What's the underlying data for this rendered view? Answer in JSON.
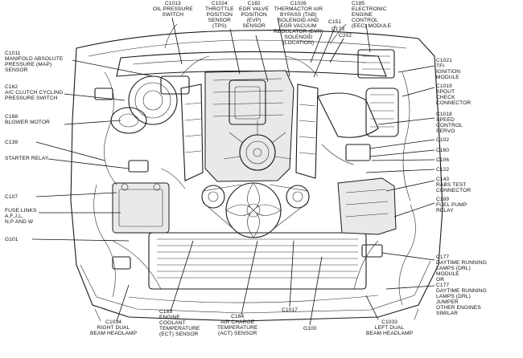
{
  "labels": {
    "c1013": "C1013\nOIL PRESSURE\nSWITCH",
    "c1024": "C1024\nTHROTTLE\nPOSITION\nSENSOR\n(TPS)",
    "c182": "C182\nEGR VALVE\nPOSITION\n(EVP)\nSENSOR",
    "c1026": "C1026\nTHERMACTOR AIR\nBYPASS (TAB)\nSOLENOID AND\nEGR VACUUM\nREGULATOR (EVR)\nSOLENOID\n(LOCATION)",
    "c151": "C151",
    "c173": "C173",
    "c202": "C202",
    "c185": "C185\nELECTRONIC\nENGINE\nCONTROL\n(EEC) MODULE",
    "c1011": "C1011\nMANIFOLD ABSOLUTE\nPRESSURE (MAP)\nSENSOR",
    "c162": "C162\nA/C CLUTCH CYCLING\nPRESSURE SWITCH",
    "c168": "C168\nBLOWER MOTOR",
    "c139": "C139",
    "starter": "STARTER RELAY",
    "c107": "C107",
    "fuse": "FUSE LINKS\nA,F,J,L,\nN,P AND W",
    "g101": "G101",
    "c1021": "C1021\nTFI\nIGNITION\nMODULE",
    "c1019": "C1019\nSPOUT\nCHECK\nCONNECTOR",
    "c1018": "C1018\nSPEED\nCONTROL\nSERVO",
    "c102": "C102",
    "c160": "C160",
    "c106": "C106",
    "c122": "C122",
    "c143": "C143\nRABS TEST\nCONNECTOR",
    "c189": "C189\nFUEL PUMP\nRELAY",
    "c177a": "C177\nDAYTIME RUNNING\nLAMPS (DRL)\nMODULE\nOR",
    "c177b": "C177\nDAYTIME RUNNING\nLAMPS (DRL)\nJUMPER\nOTHER ENGINES\nSIMILAR",
    "c1034": "C1034\nRIGHT DUAL\nBEAM HEADLAMP",
    "c183": "C183\nENGINE\nCOOLANT\nTEMPERATURE\n(ECT) SENSOR",
    "c164": "C164\nAIR CHARGE\nTEMPERATURE\n(ACT) SENSOR",
    "c1017": "C1017",
    "g100": "G100",
    "c1033": "C1033\nLEFT DUAL\nBEAM HEADLAMP"
  }
}
